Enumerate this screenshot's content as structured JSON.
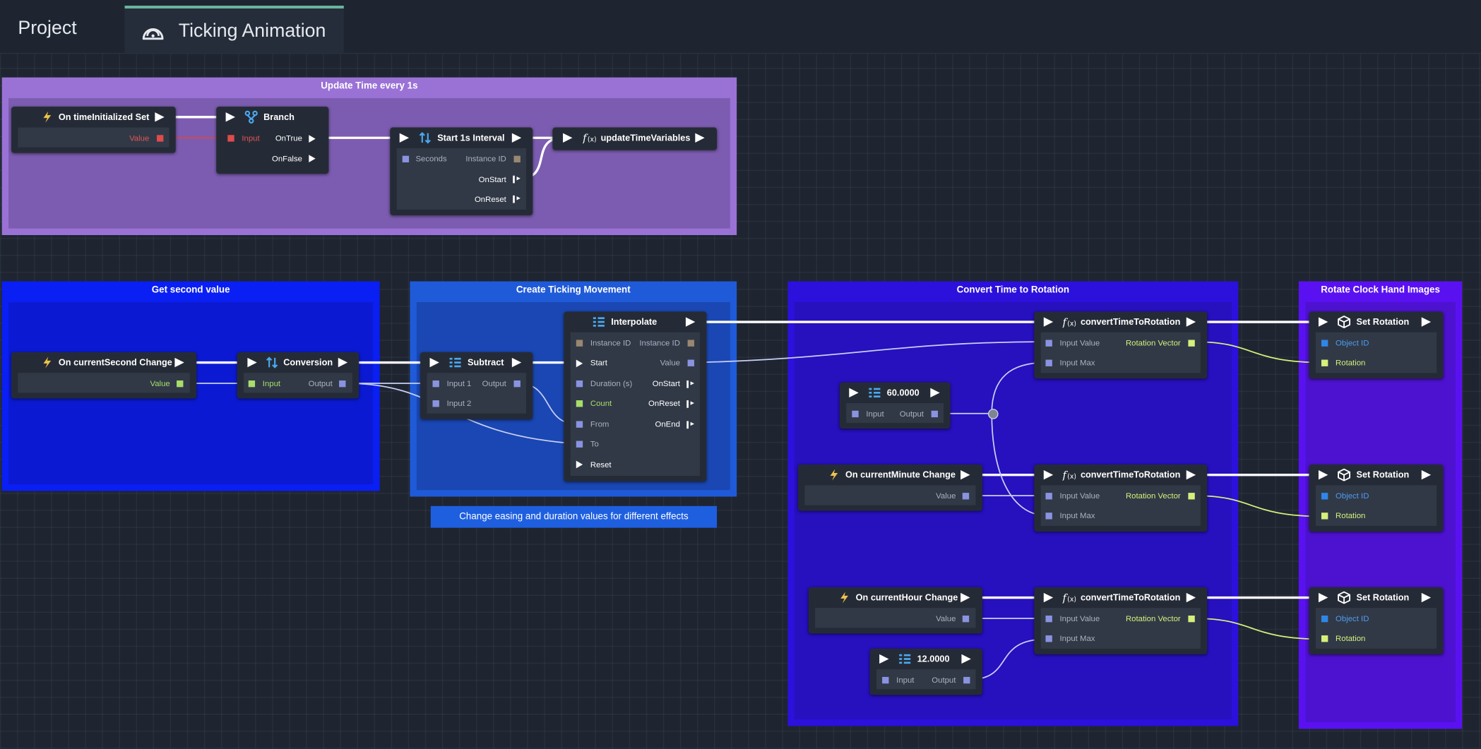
{
  "tabs": {
    "project_label": "Project",
    "active_label": "Ticking Animation"
  },
  "groups": {
    "update_time": {
      "title": "Update Time every 1s"
    },
    "get_second": {
      "title": "Get second value"
    },
    "ticking": {
      "title": "Create Ticking Movement"
    },
    "convert": {
      "title": "Convert Time to Rotation"
    },
    "rotate": {
      "title": "Rotate Clock Hand Images"
    }
  },
  "note": "Change easing and duration values for different effects",
  "nodes": {
    "on_time_init": {
      "title": "On timeInitialized Set",
      "value": "Value"
    },
    "branch": {
      "title": "Branch",
      "input": "Input",
      "on_true": "OnTrue",
      "on_false": "OnFalse"
    },
    "start_interval": {
      "title": "Start 1s  Interval",
      "seconds": "Seconds",
      "instance_id": "Instance ID",
      "on_start": "OnStart",
      "on_reset": "OnReset"
    },
    "update_vars": {
      "title": "updateTimeVariables"
    },
    "on_second": {
      "title": "On currentSecond Change",
      "value": "Value"
    },
    "conversion": {
      "title": "Conversion",
      "input": "Input",
      "output": "Output"
    },
    "subtract": {
      "title": "Subtract",
      "input1": "Input 1",
      "input2": "Input 2",
      "output": "Output"
    },
    "interpolate": {
      "title": "Interpolate",
      "instance_id_in": "Instance ID",
      "instance_id_out": "Instance ID",
      "start": "Start",
      "value": "Value",
      "duration": "Duration (s)",
      "on_start": "OnStart",
      "count": "Count",
      "on_reset": "OnReset",
      "from": "From",
      "on_end": "OnEnd",
      "to": "To",
      "reset": "Reset"
    },
    "const_60": {
      "title": "60.0000",
      "input": "Input",
      "output": "Output"
    },
    "on_minute": {
      "title": "On currentMinute Change",
      "value": "Value"
    },
    "on_hour": {
      "title": "On currentHour Change",
      "value": "Value"
    },
    "const_12": {
      "title": "12.0000",
      "input": "Input",
      "output": "Output"
    },
    "ctr1": {
      "title": "convertTimeToRotation",
      "input_value": "Input Value",
      "input_max": "Input Max",
      "rotation_vector": "Rotation Vector"
    },
    "ctr2": {
      "title": "convertTimeToRotation",
      "input_value": "Input Value",
      "input_max": "Input Max",
      "rotation_vector": "Rotation Vector"
    },
    "ctr3": {
      "title": "convertTimeToRotation",
      "input_value": "Input Value",
      "input_max": "Input Max",
      "rotation_vector": "Rotation Vector"
    },
    "set_rot1": {
      "title": "Set Rotation",
      "object_id": "Object ID",
      "rotation": "Rotation"
    },
    "set_rot2": {
      "title": "Set Rotation",
      "object_id": "Object ID",
      "rotation": "Rotation"
    },
    "set_rot3": {
      "title": "Set Rotation",
      "object_id": "Object ID",
      "rotation": "Rotation"
    }
  },
  "colors": {
    "canvas": "#1e2531",
    "node": "#252b36",
    "group_purple": "#9a72d6",
    "group_blue": "#0a1ff4",
    "group_mid_blue": "#1f5ad8",
    "group_indigo": "#2c10dc",
    "group_violet": "#5a11f2",
    "bool_port": "#e04b4b",
    "number_port": "#8a93e0",
    "count_port": "#a8dd6a",
    "vector_port": "#d6f07a",
    "object_port": "#2f86e8",
    "id_port": "#9a8770",
    "tab_accent": "#69b59d"
  },
  "icons": [
    "gauge-icon",
    "lightning-icon",
    "branch-icon",
    "sort-icon",
    "function-icon",
    "list-icon",
    "cube-icon"
  ]
}
